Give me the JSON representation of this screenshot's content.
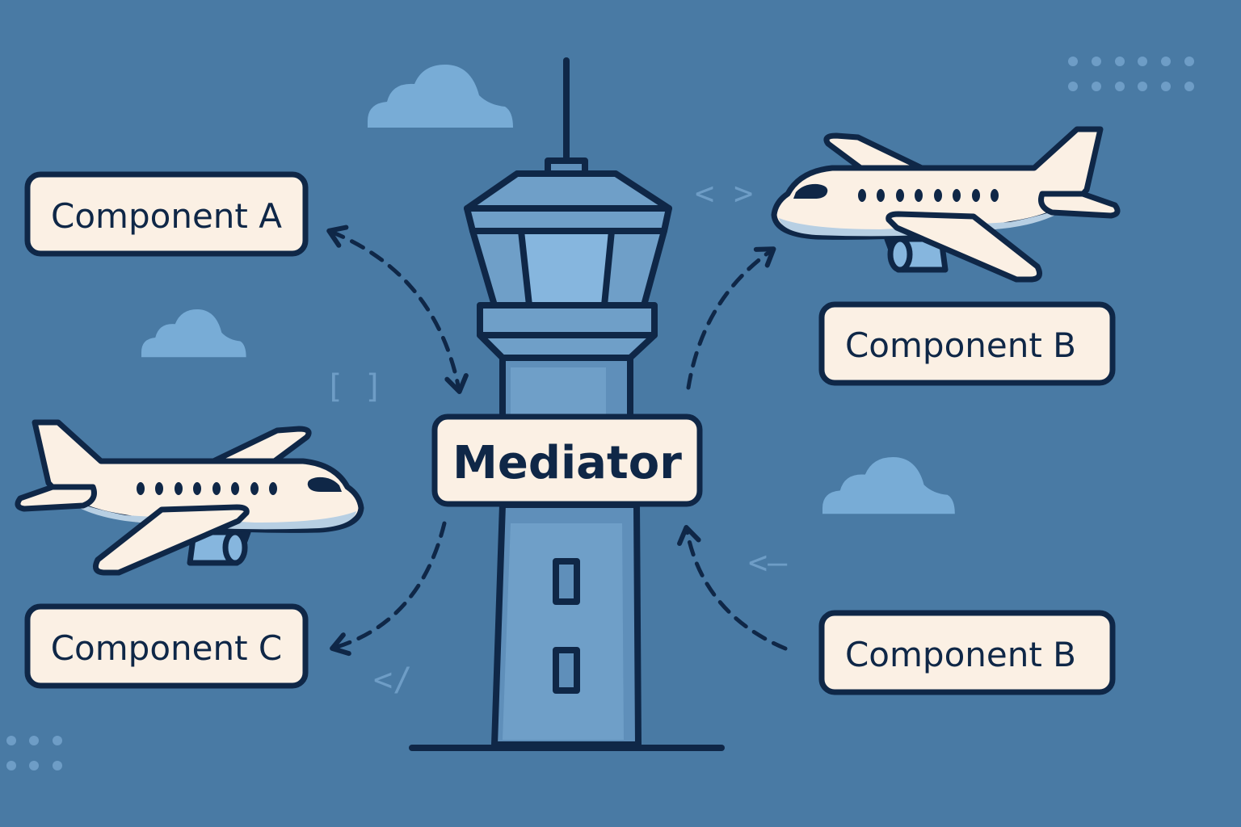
{
  "title": "Mediator pattern illustrated as an air traffic control tower",
  "mediator": {
    "label": "Mediator"
  },
  "components": [
    {
      "label": "Component A"
    },
    {
      "label": "Component B"
    },
    {
      "label": "Component C"
    },
    {
      "label": "Component B"
    }
  ],
  "decorations": [
    "< >",
    "[ ]",
    "<—",
    "</"
  ],
  "colors": {
    "background": "#497aa4",
    "outline": "#0f2747",
    "cream": "#fbf0e4",
    "cloud": "#78acd6",
    "tower_light": "#6f9fc8",
    "tower_glass": "#86b6de"
  }
}
